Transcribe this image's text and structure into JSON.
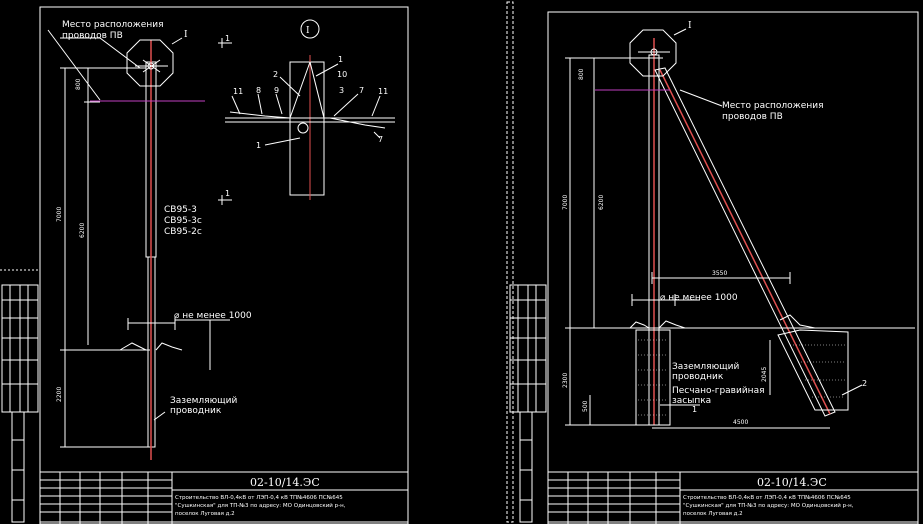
{
  "left": {
    "location_label_line1": "Место расположения",
    "location_label_line2": "проводов ПВ",
    "node_label": "I",
    "section_mark": "1",
    "detail_circle": "I",
    "callouts": [
      "1",
      "2",
      "10",
      "9",
      "3",
      "7",
      "11",
      "8",
      "11",
      "7",
      "1"
    ],
    "dims": [
      "800",
      "6200",
      "7000",
      "2200"
    ],
    "wires_line1": "СВ95-3",
    "wires_line2": "СВ95-3с",
    "wires_line3": "СВ95-2с",
    "ground_note": "⌀ не менее 1000",
    "earth_label_line1": "Заземляющий",
    "earth_label_line2": "проводник",
    "doc_code": "02-10/14.ЭС",
    "desc_line1": "Строительство ВЛ-0,4кВ  от ЛЭП-0,4 кВ  ТП№4606  ПС№645",
    "desc_line2": "\"Сушкинская\" для ТП-№3 по адресу: МО Одинцовский р-н,",
    "desc_line3": "поселок Луговая д.2"
  },
  "right": {
    "node_label": "I",
    "dims": [
      "800",
      "6200",
      "7000",
      "2300",
      "500",
      "3550",
      "4500",
      "2045"
    ],
    "location_label_line1": "Место расположения",
    "location_label_line2": "проводов ПВ",
    "ground_note": "⌀ не менее 1000",
    "earth_label_line1": "Заземляющий",
    "earth_label_line2": "проводник",
    "sand_label_line1": "Песчано-гравийная",
    "sand_label_line2": "засыпка",
    "callout_1": "1",
    "callout_2": "2",
    "doc_code": "02-10/14.ЭС",
    "desc_line1": "Строительство ВЛ-0,4кВ  от ЛЭП-0,4 кВ  ТП№4606  ПС№645",
    "desc_line2": "\"Сушкинская\" для ТП-№3 по адресу: МО Одинцовский р-н,",
    "desc_line3": "поселок Луговая д.2"
  },
  "colors": {
    "pole": "#e05050",
    "guide": "#c040c0",
    "lines": "#ffffff",
    "background": "#000000"
  }
}
